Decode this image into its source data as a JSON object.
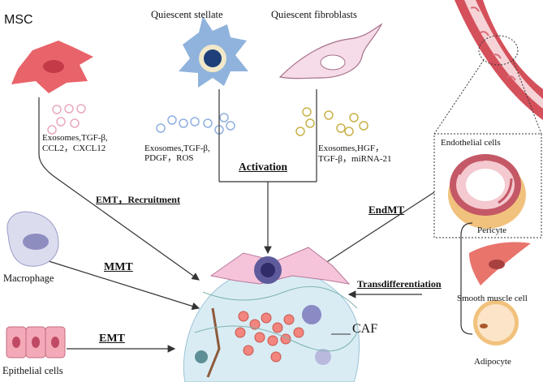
{
  "sources": {
    "msc": "MSC",
    "stellate": "Quiescent stellate",
    "fibroblasts": "Quiescent fibroblasts",
    "macrophage": "Macrophage",
    "epithelial": "Epithelial cells",
    "endothelial": "Endothelial cells",
    "pericyte": "Pericyte",
    "smooth_muscle": "Smooth muscle cell",
    "adipocyte": "Adipocyte"
  },
  "factors": {
    "msc_line1": "Exosomes,TGF-β,",
    "msc_line2": "CCL2，CXCL12",
    "stellate_line1": "Exosomes,TGF-β,",
    "stellate_line2": "PDGF，ROS",
    "fibro_line1": "Exosomes,HGF，",
    "fibro_line2": "TGF-β，miRNA-21"
  },
  "processes": {
    "activation": "Activation",
    "emt_recruitment": "EMT，Recruitment",
    "endmt": "EndMT",
    "mmt": "MMT",
    "emt": "EMT",
    "transdifferentiation": "Transdifferentiation"
  },
  "target": {
    "caf": "CAF"
  },
  "colors": {
    "msc_cell": "#e8646a",
    "stellate_cell": "#8fb3dc",
    "fibroblast_cell": "#f6dbe8",
    "macrophage_cell": "#dcdcef",
    "epithelial_cell": "#f4a9b8",
    "vessel": "#d4505a",
    "exosome_msc": "#e9a9bf",
    "exosome_stellate": "#8fb0e0",
    "exosome_fibro": "#c9b24a",
    "tumor_bg": "#d9ecf4"
  }
}
